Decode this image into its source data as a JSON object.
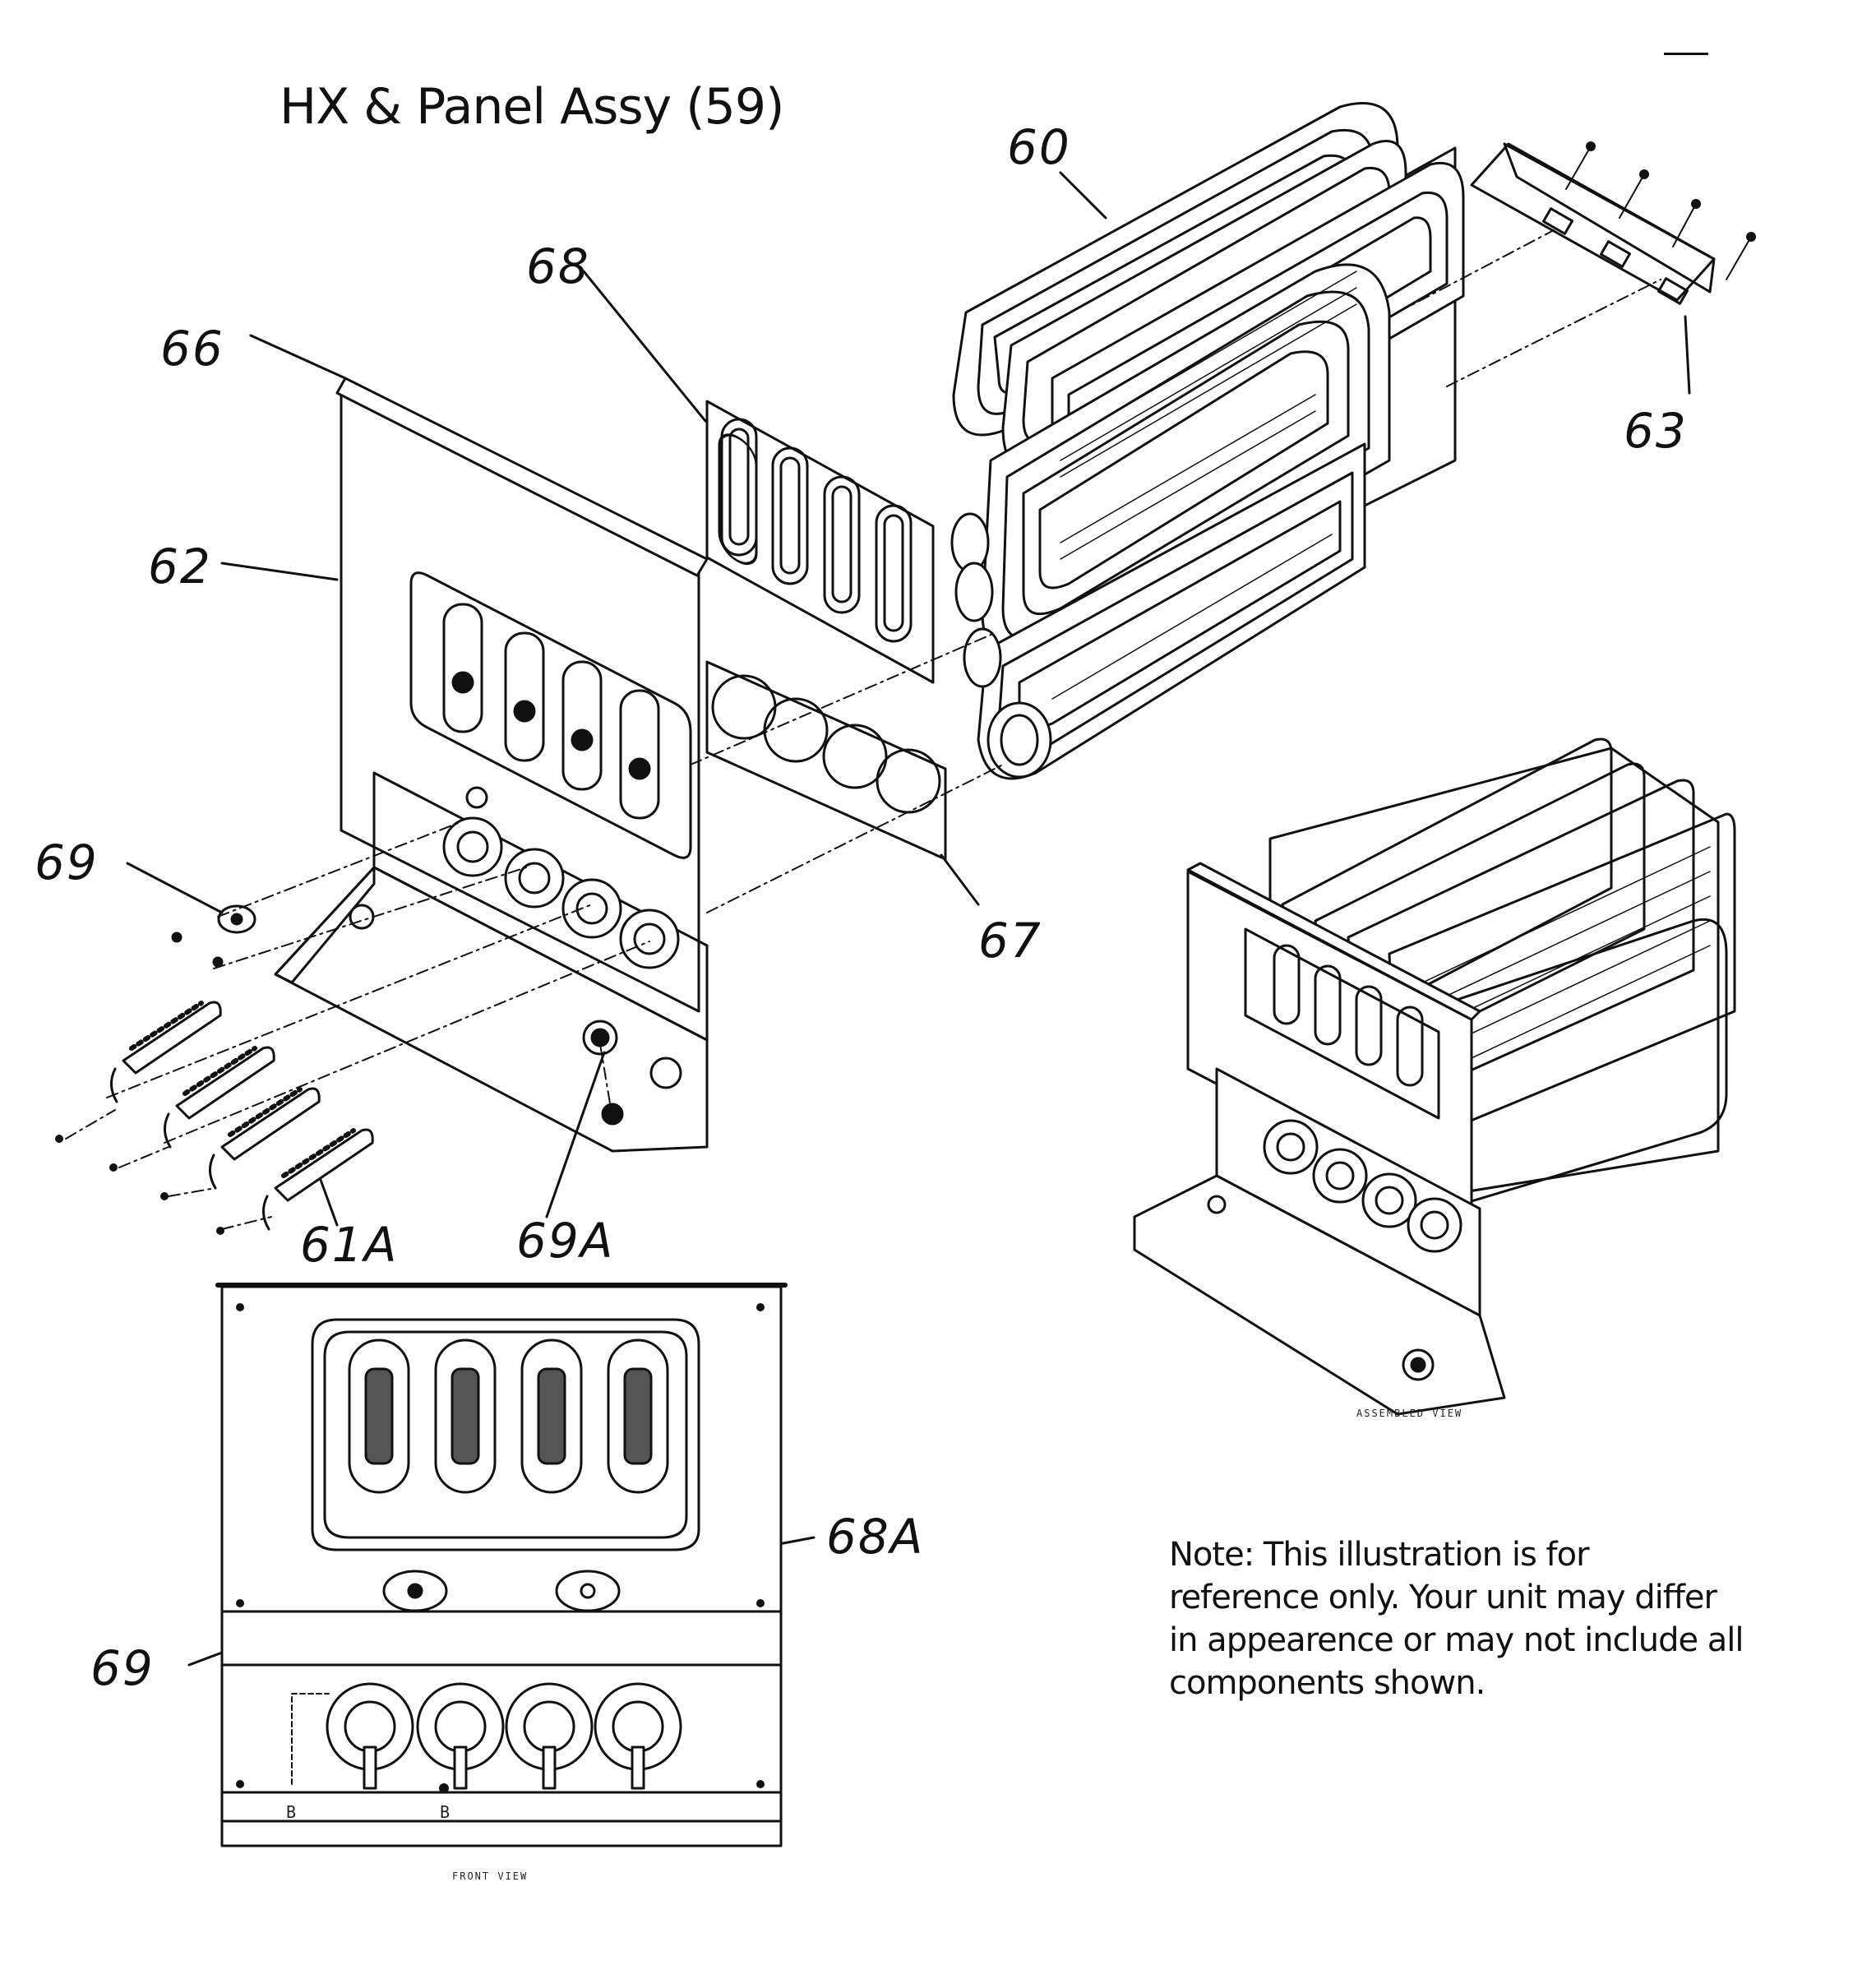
{
  "title": "HX & Panel Assy (59)",
  "note": "Note: This illustration is for reference only. Your unit may differ in appearence or may not include all components shown.",
  "callouts": {
    "c60": "60",
    "c68": "68",
    "c66": "66",
    "c63": "63",
    "c62": "62",
    "c69": "69",
    "c67": "67",
    "c61a": "61A",
    "c69a": "69A",
    "c68a": "68A",
    "c69b": "69"
  },
  "captions": {
    "assembled": "ASSEMBLED VIEW",
    "front": "FRONT VIEW"
  },
  "front_marks": {
    "b1": "B",
    "b2": "B"
  }
}
